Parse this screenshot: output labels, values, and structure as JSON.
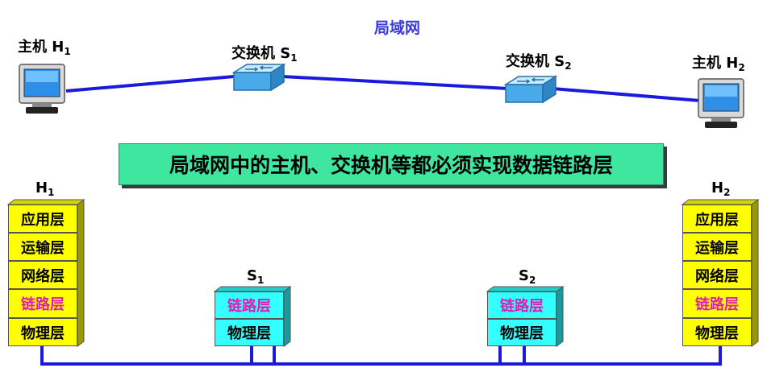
{
  "title": "局域网",
  "banner": "局域网中的主机、交换机等都必须实现数据链路层",
  "devices": {
    "h1": {
      "name": "主机 H",
      "sub": "1"
    },
    "s1": {
      "name": "交换机 S",
      "sub": "1"
    },
    "s2": {
      "name": "交换机 S",
      "sub": "2"
    },
    "h2": {
      "name": "主机 H",
      "sub": "2"
    }
  },
  "stacks": {
    "h1": {
      "label": "H",
      "sub": "1",
      "layers": [
        "应用层",
        "运输层",
        "网络层",
        "链路层",
        "物理层"
      ]
    },
    "s1": {
      "label": "S",
      "sub": "1",
      "layers": [
        "链路层",
        "物理层"
      ]
    },
    "s2": {
      "label": "S",
      "sub": "2",
      "layers": [
        "链路层",
        "物理层"
      ]
    },
    "h2": {
      "label": "H",
      "sub": "2",
      "layers": [
        "应用层",
        "运输层",
        "网络层",
        "链路层",
        "物理层"
      ]
    }
  },
  "colors": {
    "link": "#1a1adc",
    "host_layer": "#ffff00",
    "switch_layer": "#33ffff",
    "highlight_text": "#e01cb4",
    "banner_bg": "#3ee6a0"
  }
}
